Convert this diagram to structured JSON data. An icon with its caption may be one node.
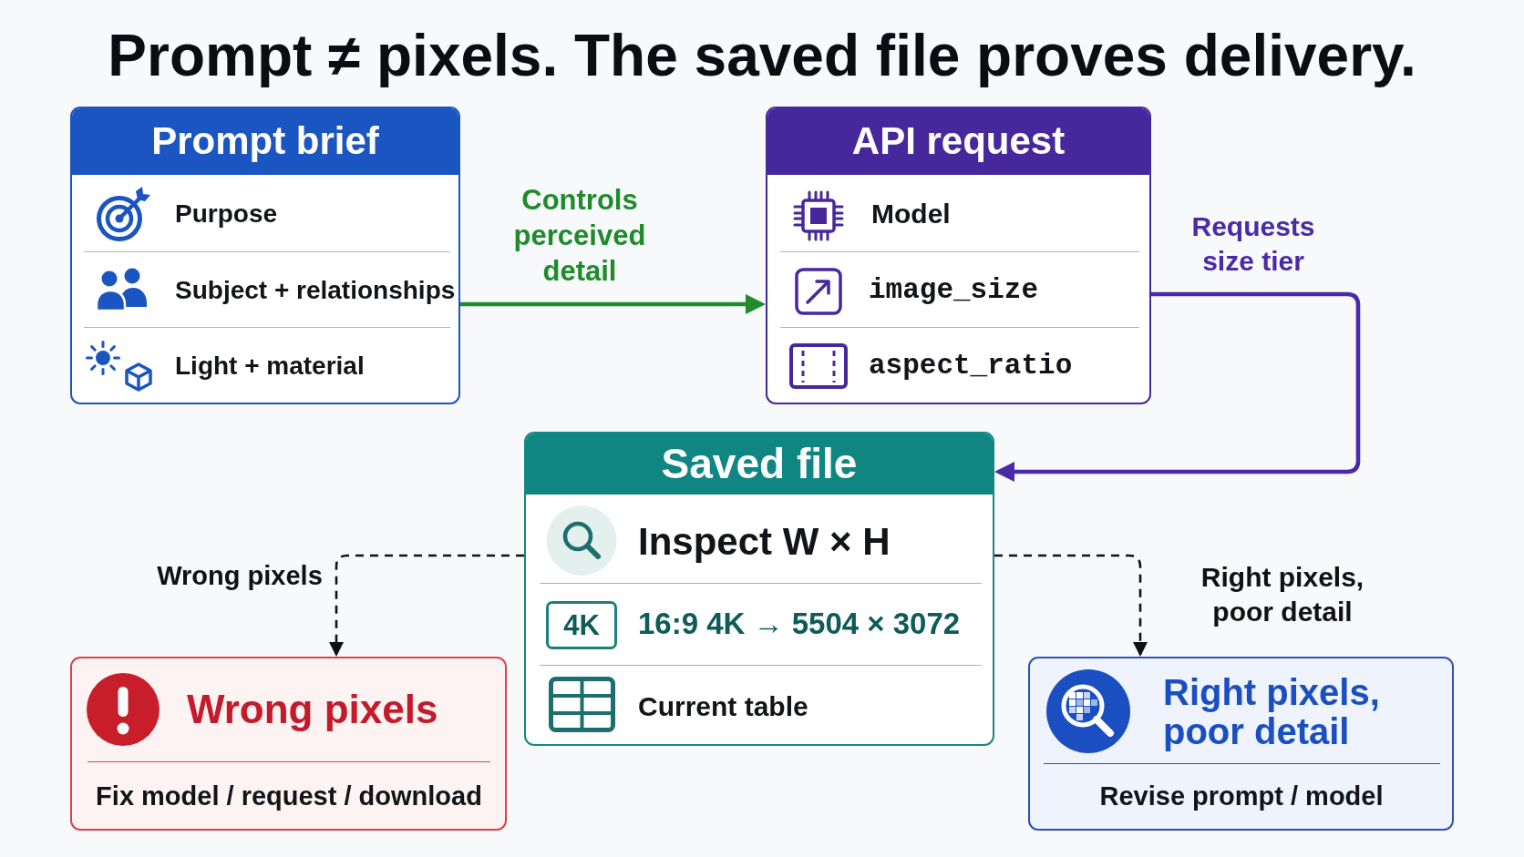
{
  "diagram": {
    "title": "Prompt ≠ pixels. The saved file proves delivery.",
    "nodes": [
      {
        "text": [
          "Prompt brief",
          "Purpose",
          "Subject + relationships",
          "Light + material"
        ]
      },
      {
        "text": [
          "API request",
          "Model",
          "image_size",
          "aspect_ratio"
        ]
      },
      {
        "text": [
          "Saved file",
          "Inspect W × H",
          "4K",
          "16:9 4K → 5504 × 3072",
          "Current table"
        ]
      },
      {
        "text": [
          "Wrong pixels",
          "Fix model / request / download"
        ]
      },
      {
        "text": [
          "Right pixels, poor detail",
          "Revise prompt / model"
        ]
      }
    ],
    "edges": [
      {
        "from": 0,
        "to": 1,
        "arrow": "to",
        "label": "Controls perceived detail",
        "color": "#1f8b2c"
      },
      {
        "from": 1,
        "to": 2,
        "arrow": "to",
        "label": "Requests size tier",
        "color": "#4a2aa8"
      },
      {
        "from": 2,
        "to": 3,
        "arrow": "to",
        "label": "Wrong pixels",
        "style": "dashed"
      },
      {
        "from": 2,
        "to": 4,
        "arrow": "to",
        "label": "Right pixels, poor detail",
        "style": "dashed"
      }
    ]
  }
}
